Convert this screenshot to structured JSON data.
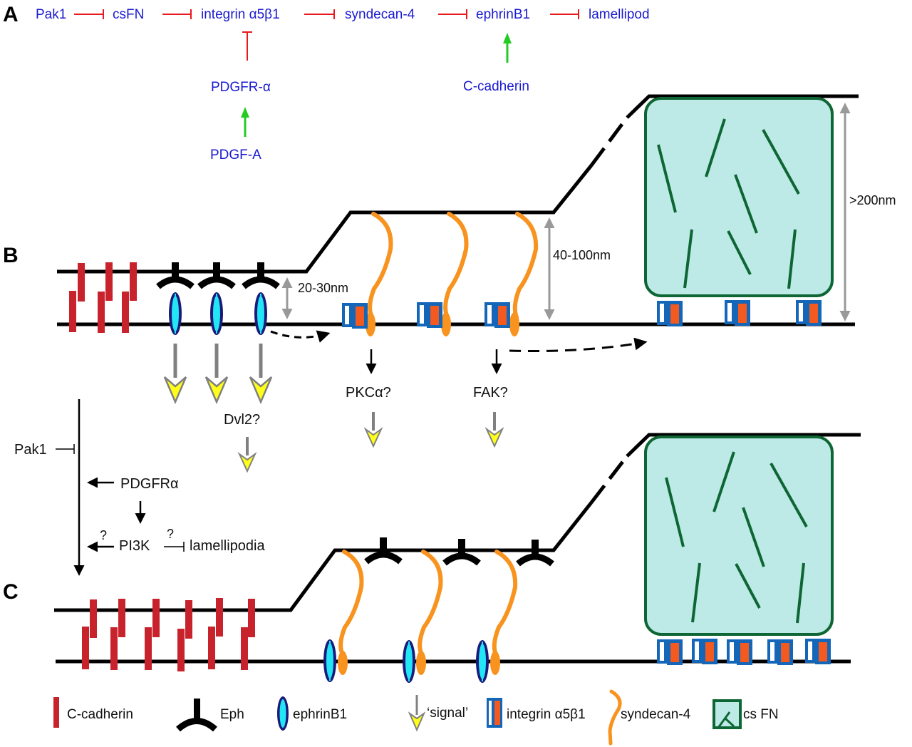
{
  "panels": {
    "a": "A",
    "b": "B",
    "c": "C"
  },
  "pathway": {
    "main": [
      "Pak1",
      "csFN",
      "integrin α5β1",
      "syndecan-4",
      "ephrinB1",
      "lamellipod"
    ],
    "pdgfr": "PDGFR-α",
    "pdgfa": "PDGF-A",
    "ccadherin": "C-cadherin",
    "colors": {
      "text": "#1a1ad0",
      "inhibit": "#e8191d",
      "activate": "#22cc22"
    }
  },
  "distances": {
    "d1": "20-30nm",
    "d2": "40-100nm",
    "d3": ">200nm"
  },
  "signals": {
    "dvl2": "Dvl2?",
    "pkc": "PKCα?",
    "fak": "FAK?"
  },
  "side_pathway": {
    "pak1": "Pak1",
    "pdgfr": "PDGFRα",
    "pi3k": "PI3K",
    "q1": "?",
    "q2": "?",
    "lamellipodia": "lamellipodia"
  },
  "legend": [
    {
      "icon": "c-cadherin-icon",
      "label": "C-cadherin"
    },
    {
      "icon": "eph-icon",
      "label": "Eph"
    },
    {
      "icon": "ephrinb1-icon",
      "label": "ephrinB1"
    },
    {
      "icon": "signal-arrow-icon",
      "label": "‘signal’"
    },
    {
      "icon": "integrin-icon",
      "label": "integrin α5β1"
    },
    {
      "icon": "syndecan-icon",
      "label": "syndecan-4"
    },
    {
      "icon": "cs-fn-icon",
      "label": "cs FN"
    }
  ],
  "colors": {
    "cadherin": "#c8232c",
    "eph": "#000000",
    "ephrin_outer": "#1a1a7a",
    "ephrin_inner": "#22e5f5",
    "integrin_blue": "#1466b8",
    "integrin_orange": "#f25a1f",
    "syndecan": "#f7931e",
    "fn_fill": "#bdeae6",
    "fn_stroke": "#0e6634",
    "signal_fill": "#ffff1a",
    "signal_stroke": "#808080"
  }
}
